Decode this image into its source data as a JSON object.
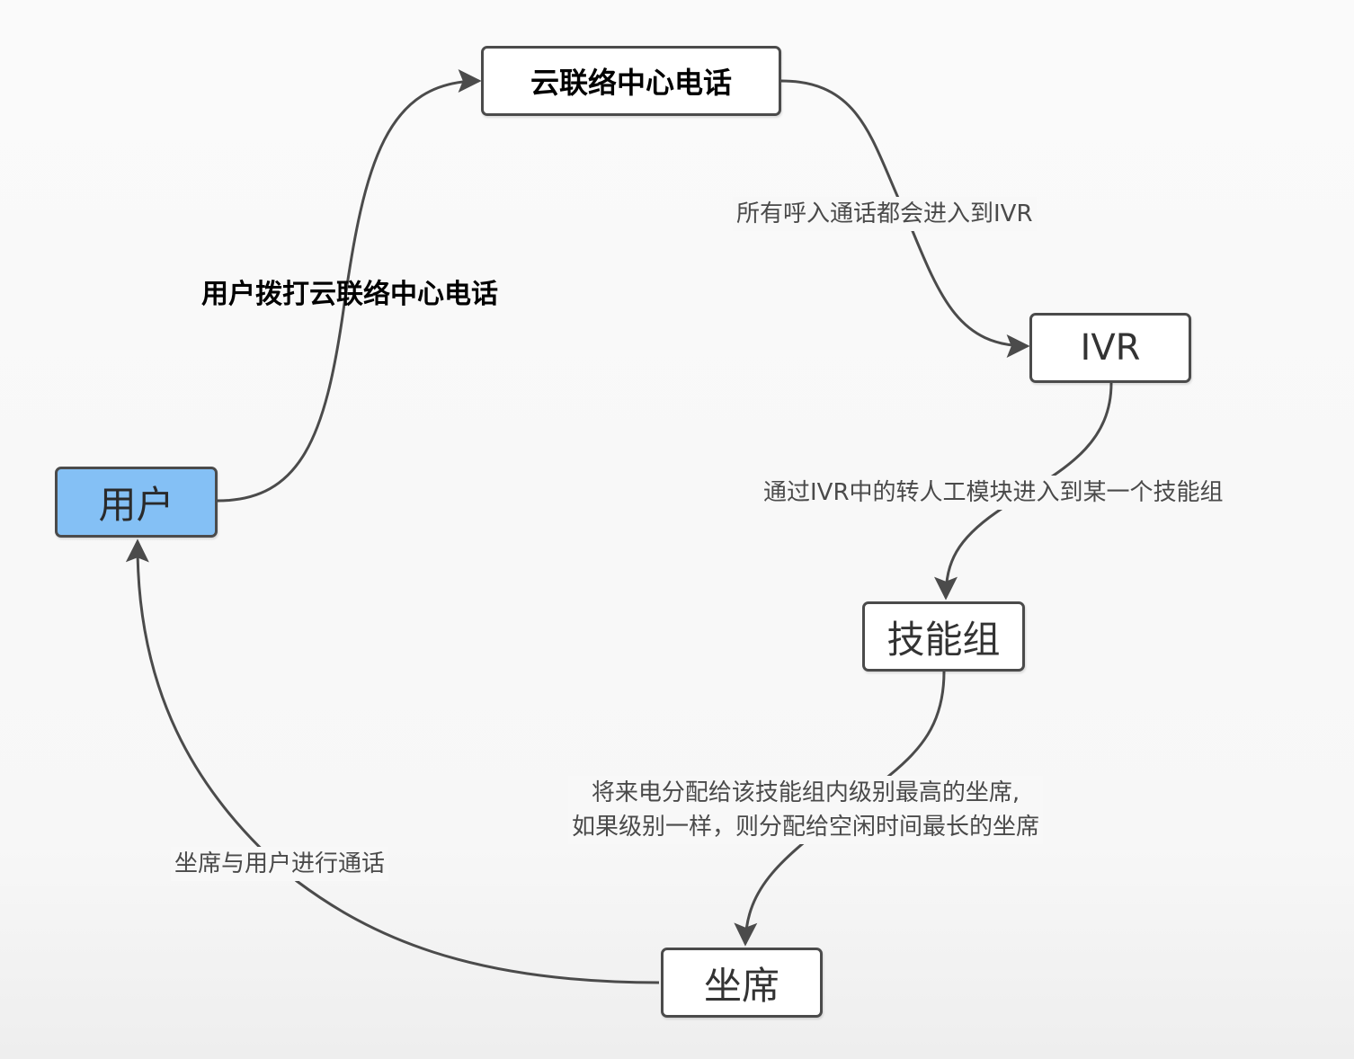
{
  "nodes": {
    "cloud_center": "云联络中心电话",
    "ivr": "IVR",
    "skill_group": "技能组",
    "agent": "坐席",
    "user": "用户"
  },
  "edges": {
    "user_to_cloud": "用户拨打云联络中心电话",
    "cloud_to_ivr": "所有呼入通话都会进入到IVR",
    "ivr_to_skill": "通过IVR中的转人工模块进入到某一个技能组",
    "skill_to_agent_line1": "将来电分配给该技能组内级别最高的坐席,",
    "skill_to_agent_line2": "如果级别一样，则分配给空闲时间最长的坐席",
    "agent_to_user": "坐席与用户进行通话"
  },
  "colors": {
    "user_fill": "#84c0f5",
    "node_fill": "#ffffff",
    "border": "#4b4b4b",
    "edge": "#4b4b4b"
  }
}
